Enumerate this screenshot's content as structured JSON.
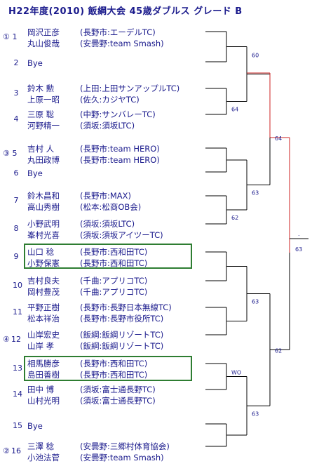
{
  "title": "H22年度(2010)  飯綱大会 45歳ダブルス グレード B",
  "entries": [
    {
      "num": "1",
      "seed": "①",
      "players": [
        {
          "name": "岡沢正彦",
          "club": "(長野市:エーデルTC)"
        },
        {
          "name": "丸山俊哉",
          "club": "(安曇野:team  Smash)"
        }
      ]
    },
    {
      "num": "2",
      "bye": "Bye"
    },
    {
      "num": "3",
      "players": [
        {
          "name": "鈴木  勲",
          "club": "(上田:上田サンアップルTC)"
        },
        {
          "name": "上原一昭",
          "club": "(佐久:カジヤTC)"
        }
      ]
    },
    {
      "num": "4",
      "players": [
        {
          "name": "三原  聡",
          "club": "(中野:サンバレーTC)"
        },
        {
          "name": "河野精一",
          "club": "(須坂:須坂LTC)"
        }
      ]
    },
    {
      "num": "5",
      "seed": "③",
      "players": [
        {
          "name": "吉村  人",
          "club": "(長野市:team  HERO)"
        },
        {
          "name": "丸田政博",
          "club": "(長野市:team  HERO)"
        }
      ]
    },
    {
      "num": "6",
      "bye": "Bye"
    },
    {
      "num": "7",
      "players": [
        {
          "name": "鈴木昌和",
          "club": "(長野市:MAX)"
        },
        {
          "name": "高山秀樹",
          "club": "(松本:松商OB会)"
        }
      ]
    },
    {
      "num": "8",
      "players": [
        {
          "name": "小野武明",
          "club": "(須坂:須坂LTC)"
        },
        {
          "name": "峯村光喜",
          "club": "(須坂:須坂アイツーTC)"
        }
      ]
    },
    {
      "num": "9",
      "players": [
        {
          "name": "山口  稔",
          "club": "(長野市:西和田TC)"
        },
        {
          "name": "小野保憲",
          "club": "(長野市:西和田TC)"
        }
      ]
    },
    {
      "num": "10",
      "players": [
        {
          "name": "吉村良夫",
          "club": "(千曲:アプリコTC)"
        },
        {
          "name": "岡村豊茂",
          "club": "(千曲:アプリコTC)"
        }
      ]
    },
    {
      "num": "11",
      "players": [
        {
          "name": "平野正樹",
          "club": "(長野市:長野日本無線TC)"
        },
        {
          "name": "松本祥治",
          "club": "(長野市:長野市役所TC)"
        }
      ]
    },
    {
      "num": "12",
      "seed": "④",
      "players": [
        {
          "name": "山岸宏史",
          "club": "(飯綱:飯綱リゾートTC)"
        },
        {
          "name": "山岸  孝",
          "club": "(飯綱:飯綱リゾートTC)"
        }
      ]
    },
    {
      "num": "13",
      "players": [
        {
          "name": "相馬勝彦",
          "club": "(長野市:西和田TC)"
        },
        {
          "name": "島田善樹",
          "club": "(長野市:西和田TC)"
        }
      ]
    },
    {
      "num": "14",
      "players": [
        {
          "name": "田中  博",
          "club": "(須坂:富士通長野TC)"
        },
        {
          "name": "山村光明",
          "club": "(須坂:富士通長野TC)"
        }
      ]
    },
    {
      "num": "15",
      "bye": "Bye"
    },
    {
      "num": "16",
      "seed": "②",
      "players": [
        {
          "name": "三澤  稔",
          "club": "(安曇野:三郷村体育協会)"
        },
        {
          "name": "小池法菅",
          "club": "(安曇野:team  Smash)"
        }
      ]
    }
  ],
  "scores": {
    "r1_m2": "64",
    "r1_m4": "62",
    "r1_m7": "WO",
    "r2_top": "60",
    "r2_m2": "63",
    "r2_m3": "63",
    "r2_m4": "63",
    "qf_top": "64",
    "qf_bottom": "62",
    "final_mark": "63",
    "final_dot": "."
  },
  "colors": {
    "text": "#1a1a8c",
    "bracket": "#000000",
    "winner_path": "#cc2222",
    "box": "#2e7d32"
  }
}
